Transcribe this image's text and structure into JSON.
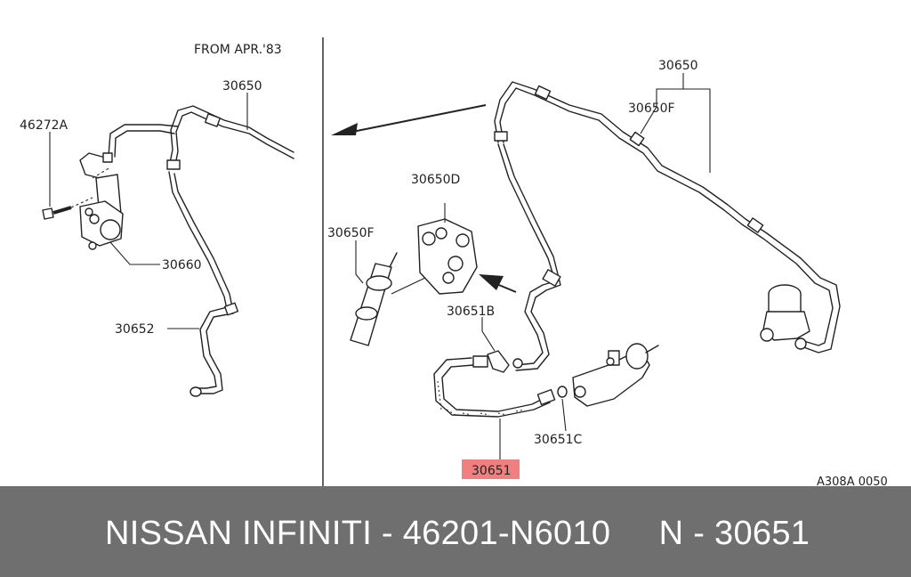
{
  "diagram": {
    "left_panel": {
      "note": "FROM APR.'83",
      "labels": {
        "bolt": "46272A",
        "pipe_upper": "30650",
        "bracket": "30660",
        "pipe_lower": "30652"
      }
    },
    "right_panel": {
      "labels": {
        "pipe_main": "30650",
        "clip_upper": "30650F",
        "clamp": "30650D",
        "clip_left": "30650F",
        "clip_hose": "30651B",
        "hose": "30651",
        "washer": "30651C"
      },
      "highlighted_part": "30651",
      "highlight_color": "#f08080"
    },
    "figure_code": "A308A 0050"
  },
  "footer": {
    "text": "NISSAN INFINITI - 46201-N6010     N - 30651",
    "background": "#6f6f6f"
  }
}
